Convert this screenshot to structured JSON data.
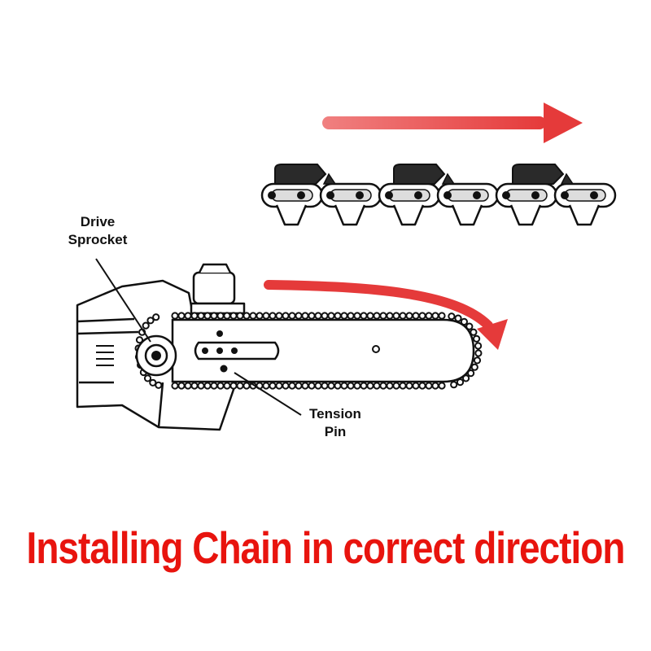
{
  "labels": {
    "drive_sprocket_line1": "Drive",
    "drive_sprocket_line2": "Sprocket",
    "tension_pin_line1": "Tension",
    "tension_pin_line2": "Pin"
  },
  "caption": "Installing Chain in correct direction",
  "colors": {
    "arrow": "#e53a3a",
    "caption": "#e8140e",
    "line_art": "#111111",
    "chain_fill": "#2a2a2a"
  }
}
